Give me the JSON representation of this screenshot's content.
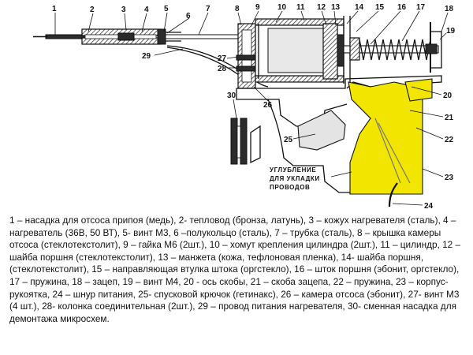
{
  "figure": {
    "labels": [
      "1",
      "2",
      "3",
      "4",
      "5",
      "6",
      "7",
      "8",
      "9",
      "10",
      "11",
      "12",
      "13",
      "14",
      "15",
      "16",
      "17",
      "18",
      "19",
      "20",
      "21",
      "22",
      "23",
      "24",
      "25",
      "26",
      "27",
      "28",
      "29",
      "30"
    ],
    "note": [
      "УГЛУБЛЕНИЕ",
      "ДЛЯ УКЛАДКИ",
      "ПРОВОДОВ"
    ]
  },
  "caption": "1 – насадка для отсоса припоя (медь), 2- тепловод (бронза, латунь), 3 – кожух нагревателя (сталь), 4 – нагреватель (36В, 50 ВТ), 5- винт М3, 6 –полукольцо (сталь), 7 – трубка (сталь), 8 – крышка камеры отсоса (стеклотекстолит), 9 – гайка М6 (2шт.), 10 – хомут крепления цилиндра (2шт.), 11 – цилиндр, 12 –шайба поршня (стеклотекстолит), 13 – манжета (кожа, тефлоновая пленка), 14- шайба поршня, (стеклотекстолит), 15 – направляющая втулка штока (оргстекло), 16 – шток поршня (эбонит, оргстекло), 17 – пружина, 18 – зацеп, 19 – винт М4, 20 - ось скобы, 21 – скоба зацепа, 22 – пружина, 23 – корпус-рукоятка, 24 – шнур питания, 25- спусковой крючок (гетинакс), 26 – камера отсоса (эбонит), 27- винт М3 (4 шт.), 28- колонка соединительная (2шт.), 29 – провод питания нагревателя, 30- сменная насадка для демонтажа микросхем."
}
